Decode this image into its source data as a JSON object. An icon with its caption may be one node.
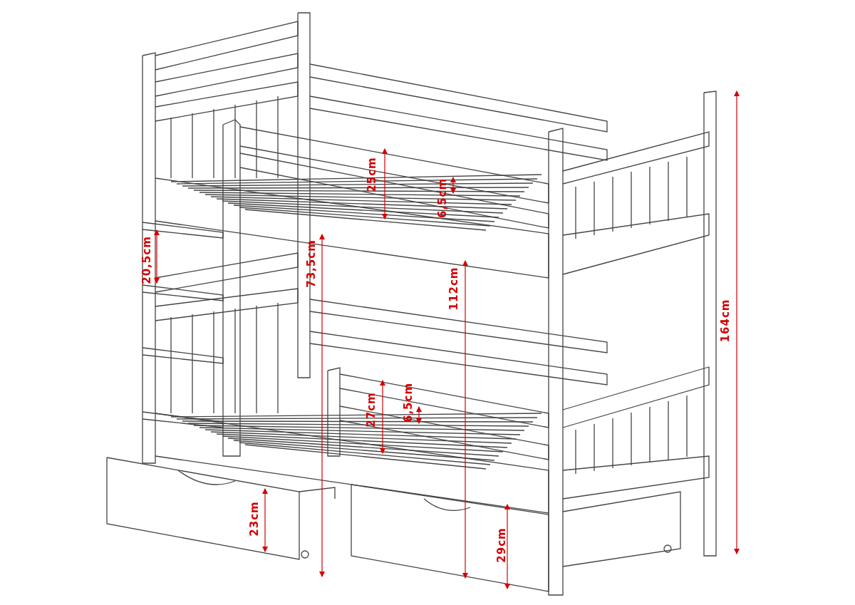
{
  "diagram": {
    "labels": [
      "25cm",
      "6,5cm",
      "20,5cm",
      "73,5cm",
      "112cm",
      "164cm",
      "27cm",
      "6,5cm",
      "23cm",
      "29cm"
    ]
  }
}
